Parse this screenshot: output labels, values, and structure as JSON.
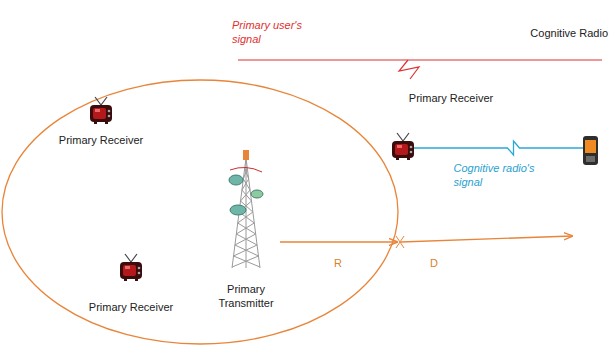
{
  "diagram": {
    "nodes": [
      {
        "text": [
          "Primary Receiver"
        ]
      },
      {
        "text": [
          "Primary Receiver"
        ]
      },
      {
        "text": [
          "Primary Transmitter"
        ]
      },
      {
        "text": [
          "Primary Receiver"
        ]
      },
      {
        "text": [
          "Cognitive Radio"
        ]
      }
    ],
    "edges": [
      {
        "from": 4,
        "to": 3,
        "arrow": "none",
        "label": "Cognitive radio's signal"
      }
    ],
    "labels": [
      "Primary user's signal",
      "R",
      "D"
    ]
  }
}
